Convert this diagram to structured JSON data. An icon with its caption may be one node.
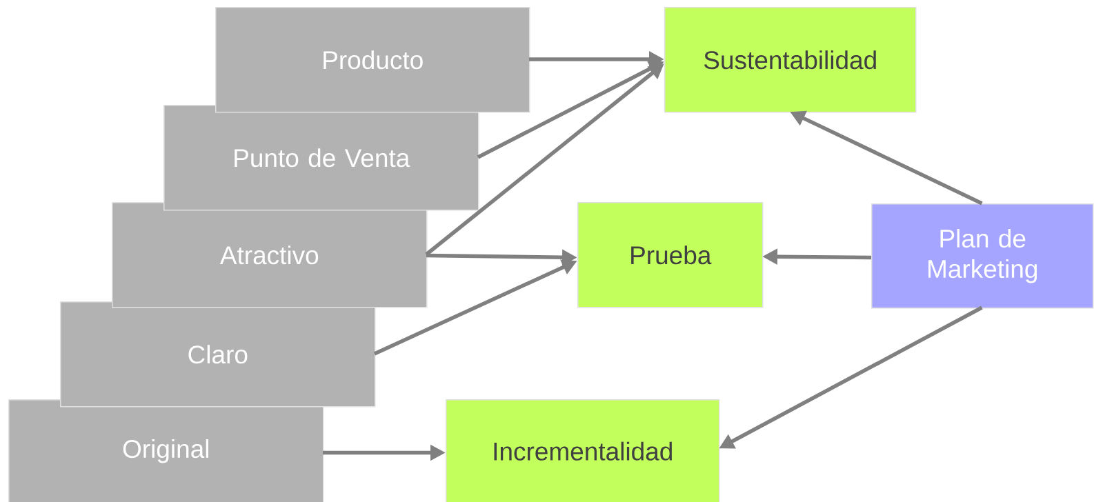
{
  "diagram": {
    "nodes": [
      {
        "text": [
          "Producto"
        ]
      },
      {
        "text": [
          "Punto de Venta"
        ]
      },
      {
        "text": [
          "Atractivo"
        ]
      },
      {
        "text": [
          "Claro"
        ]
      },
      {
        "text": [
          "Original"
        ]
      },
      {
        "text": [
          "Sustentabilidad"
        ]
      },
      {
        "text": [
          "Prueba"
        ]
      },
      {
        "text": [
          "Incrementalidad"
        ]
      },
      {
        "text": [
          "Plan de Marketing"
        ]
      }
    ],
    "edges": [
      {
        "from": 0,
        "to": 5,
        "arrow": "to"
      },
      {
        "from": 1,
        "to": 5,
        "arrow": "to"
      },
      {
        "from": 2,
        "to": 5,
        "arrow": "to"
      },
      {
        "from": 2,
        "to": 6,
        "arrow": "to"
      },
      {
        "from": 3,
        "to": 6,
        "arrow": "to"
      },
      {
        "from": 4,
        "to": 7,
        "arrow": "to"
      },
      {
        "from": 8,
        "to": 5,
        "arrow": "to"
      },
      {
        "from": 8,
        "to": 6,
        "arrow": "to"
      },
      {
        "from": 8,
        "to": 7,
        "arrow": "to"
      }
    ]
  }
}
